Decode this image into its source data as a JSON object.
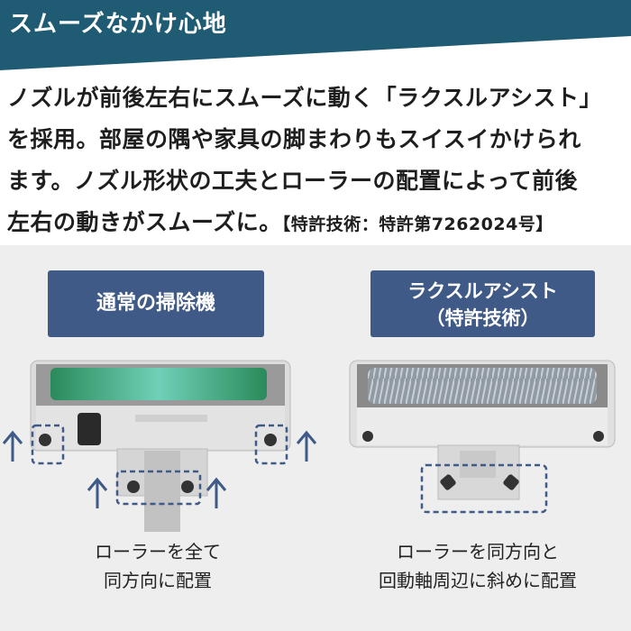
{
  "banner": {
    "title": "スムーズなかけ心地"
  },
  "description": {
    "lines": [
      "ノズルが前後左右にスムーズに動く「ラクスルアシスト」",
      "を採用。部屋の隅や家具の脚まわりもスイスイかけられ",
      "ます。ノズル形状の工夫とローラーの配置によって前後"
    ],
    "last_line": "左右の動きがスムーズに。",
    "patent": "【特許技術：特許第7262024号】"
  },
  "comparison": {
    "left": {
      "label": "通常の掃除機",
      "caption_lines": [
        "ローラーを全て",
        "同方向に配置"
      ]
    },
    "right": {
      "label_lines": [
        "ラクスルアシスト",
        "（特許技術）"
      ],
      "caption_lines": [
        "ローラーを同方向と",
        "回動軸周辺に斜めに配置"
      ]
    }
  },
  "colors": {
    "banner": "#1f5b73",
    "label_box": "#3f5a86",
    "arrow": "#3f5a86",
    "dashed_box": "#3f5a86"
  }
}
